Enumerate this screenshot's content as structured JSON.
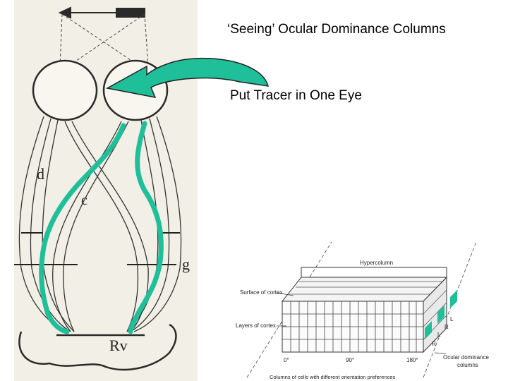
{
  "title": "‘Seeing’ Ocular Dominance Columns",
  "caption": "Put Tracer in One Eye",
  "colors": {
    "tracer": "#1fbf9a",
    "arrow_fill": "#1fbf9a",
    "ink": "#2a2a2a",
    "paper": "#f2efe6"
  },
  "drawing_labels": {
    "d": "d",
    "c": "c",
    "g": "g",
    "rv": "Rv"
  },
  "hypercolumn_diagram": {
    "hypercolumn": "Hypercolumn",
    "surface": "Surface of cortex",
    "layers": "Layers of cortex",
    "deg0": "0°",
    "deg90": "90°",
    "deg180": "180°",
    "L1": "L",
    "R1": "R",
    "L2": "L",
    "R2": "R",
    "ocular_dominance": "Ocular dominance",
    "columns": "columns",
    "orientation": "Columns of cells with different orientation preferences"
  }
}
